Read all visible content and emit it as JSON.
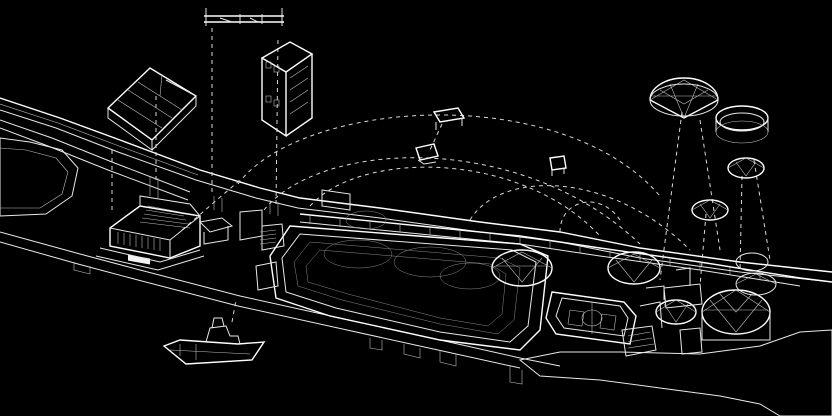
{
  "diagram": {
    "background": "#000000",
    "line_color": "#e8e8e8",
    "components": [
      "exploded-canopy-frame",
      "exploded-roof-truss",
      "exploded-box-module",
      "terminal-building",
      "central-basin",
      "sports-field",
      "geodesic-dome-cluster",
      "open-ring-tank",
      "cargo-ship",
      "rocky-shoreline",
      "elevated-walkway",
      "floating-drone-modules"
    ]
  }
}
